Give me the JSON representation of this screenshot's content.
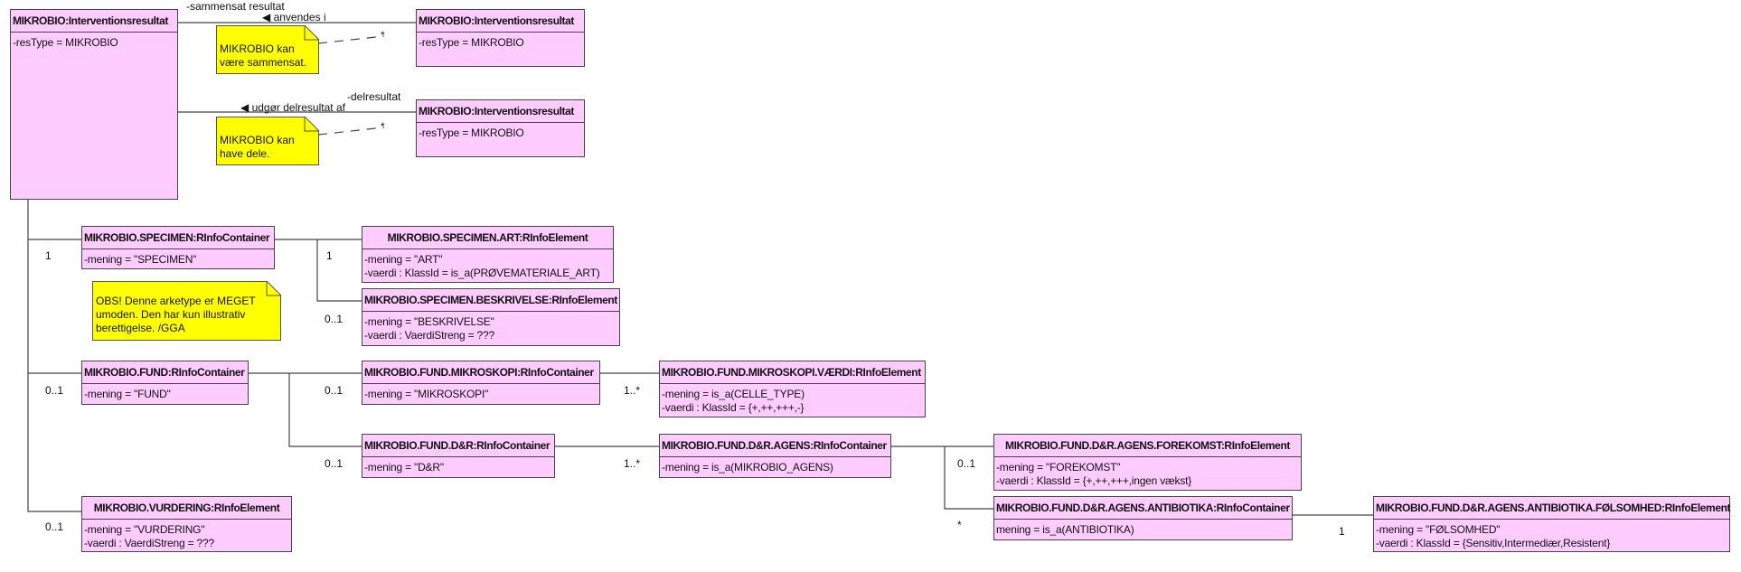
{
  "main": {
    "title": "MIKROBIO:Interventionsresultat",
    "attr": "-resType = MIKROBIO"
  },
  "composite": {
    "title": "MIKROBIO:Interventionsresultat",
    "attr": "-resType = MIKROBIO",
    "role": "-sammensat resultat",
    "assoc": "◀ anvendes i",
    "mult": "*",
    "note": [
      "MIKROBIO kan",
      "være sammensat."
    ]
  },
  "part": {
    "title": "MIKROBIO:Interventionsresultat",
    "attr": "-resType = MIKROBIO",
    "role": "-delresultat",
    "assoc": "◀ udgør delresultat af",
    "mult": "*",
    "note": [
      "MIKROBIO kan",
      "have dele."
    ]
  },
  "obs_note": [
    "OBS! Denne arketype er MEGET",
    "umoden. Den har kun illustrativ",
    "berettigelse.  /GGA"
  ],
  "specimen": {
    "title": "MIKROBIO.SPECIMEN:RInfoContainer",
    "attrs": [
      "-mening = \"SPECIMEN\""
    ],
    "mult": "1"
  },
  "art": {
    "title": "MIKROBIO.SPECIMEN.ART:RInfoElement",
    "attrs": [
      "-mening = \"ART\"",
      "-vaerdi : KlassId = is_a(PRØVEMATERIALE_ART)"
    ],
    "mult": "1"
  },
  "beskrivelse": {
    "title": "MIKROBIO.SPECIMEN.BESKRIVELSE:RInfoElement",
    "attrs": [
      "-mening = \"BESKRIVELSE\"",
      "-vaerdi : VaerdiStreng = ???"
    ],
    "mult": "0..1"
  },
  "fund": {
    "title": "MIKROBIO.FUND:RInfoContainer",
    "attrs": [
      "-mening = \"FUND\""
    ],
    "mult": "0..1"
  },
  "mikroskopi": {
    "title": "MIKROBIO.FUND.MIKROSKOPI:RInfoContainer",
    "attrs": [
      "-mening = \"MIKROSKOPI\""
    ],
    "mult": "0..1"
  },
  "dr": {
    "title": "MIKROBIO.FUND.D&R:RInfoContainer",
    "attrs": [
      "-mening = \"D&R\""
    ],
    "mult": "0..1"
  },
  "vaerdi": {
    "title": "MIKROBIO.FUND.MIKROSKOPI.VÆRDI:RInfoElement",
    "attrs": [
      "-mening = is_a(CELLE_TYPE)",
      "-vaerdi : KlassId = {+,++,+++,-}"
    ],
    "mult": "1..*"
  },
  "agens": {
    "title": "MIKROBIO.FUND.D&R.AGENS:RInfoContainer",
    "attrs": [
      "-mening = is_a(MIKROBIO_AGENS)"
    ],
    "mult": "1..*"
  },
  "forekomst": {
    "title": "MIKROBIO.FUND.D&R.AGENS.FOREKOMST:RInfoElement",
    "attrs": [
      "-mening = \"FOREKOMST\"",
      "-vaerdi : KlassId = {+,++,+++,ingen vækst}"
    ],
    "mult": "0..1"
  },
  "antibiotika": {
    "title": "MIKROBIO.FUND.D&R.AGENS.ANTIBIOTIKA:RInfoContainer",
    "attrs": [
      "mening = is_a(ANTIBIOTIKA)"
    ],
    "mult": "*"
  },
  "folsomhed": {
    "title": "MIKROBIO.FUND.D&R.AGENS.ANTIBIOTIKA.FØLSOMHED:RInfoElement",
    "attrs": [
      "-mening = \"FØLSOMHED\"",
      "-vaerdi : KlassId = {Sensitiv,Intermediær,Resistent}"
    ],
    "mult": "1"
  },
  "vurdering": {
    "title": "MIKROBIO.VURDERING:RInfoElement",
    "attrs": [
      "-mening = \"VURDERING\"",
      "-vaerdi : VaerdiStreng = ???"
    ],
    "mult": "0..1"
  },
  "colors": {
    "class_fill": "#ffccff",
    "note_fill": "#ffff00",
    "line": "#444444"
  }
}
